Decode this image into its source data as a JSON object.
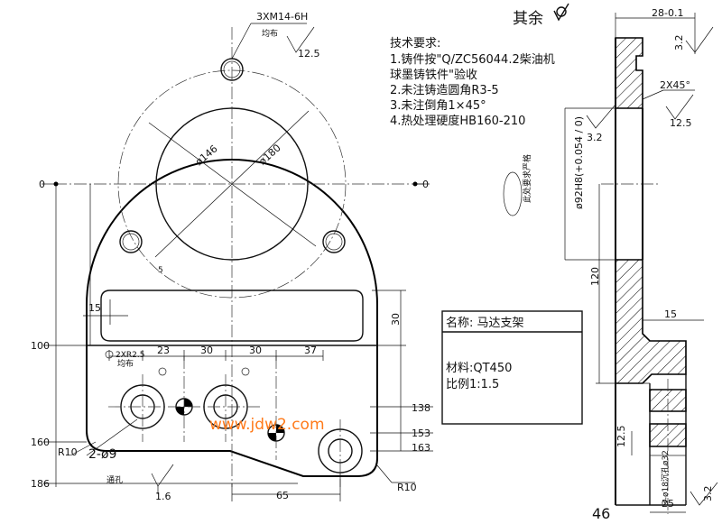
{
  "drawing": {
    "title_remainder": "其余",
    "roughness_other": "",
    "thread_callout": "3XM14-6H",
    "thread_note": "均布",
    "roughness_top": "12.5",
    "roughness_bore": "3.2",
    "roughness_side": "12.5",
    "roughness_right_top": "3.2",
    "roughness_bottom_right": "3.2",
    "roughness_bottom_left": "1.6",
    "dia_146": "ø146",
    "dia_180": "ø180",
    "dia_92": "ø92H8(+0.054 / 0)",
    "bore_note": "此处要求严格",
    "chamfer": "2X45°",
    "dim_28": "28-0.1",
    "dim_120": "120",
    "dim_15_right": "15",
    "dim_12_5": "12.5",
    "dim_25": "25",
    "holes_note": "3-ø18沉孔ø32",
    "dim_46": "46",
    "dim_15_left": "15",
    "dim_30_right": "30",
    "dim_23": "23",
    "dim_30a": "30",
    "dim_30b": "30",
    "dim_37": "37",
    "dim_100": "100",
    "dim_138": "138",
    "dim_153": "153",
    "dim_160": "160",
    "dim_163": "163",
    "dim_186": "186",
    "dim_65": "65",
    "r10_left": "R10",
    "r10_right": "R10",
    "holes_2": "2-ø9",
    "through": "通孔",
    "zero_left": "0",
    "zero_right": "0",
    "small_note_1": "2XR2.5",
    "small_note_2": "均布",
    "five": "5"
  },
  "requirements": {
    "heading": "技术要求:",
    "items": [
      "1.铸件按\"Q/ZC56044.2柴油机",
      "  球墨铸铁件\"验收",
      "2.未注铸造圆角R3-5",
      "3.未注倒角1×45°",
      "4.热处理硬度HB160-210"
    ]
  },
  "title_block": {
    "name_label": "名称: 马达支架",
    "material": "材料:QT450",
    "scale": "比例1:1.5"
  },
  "watermark": "www.jdw2.com"
}
